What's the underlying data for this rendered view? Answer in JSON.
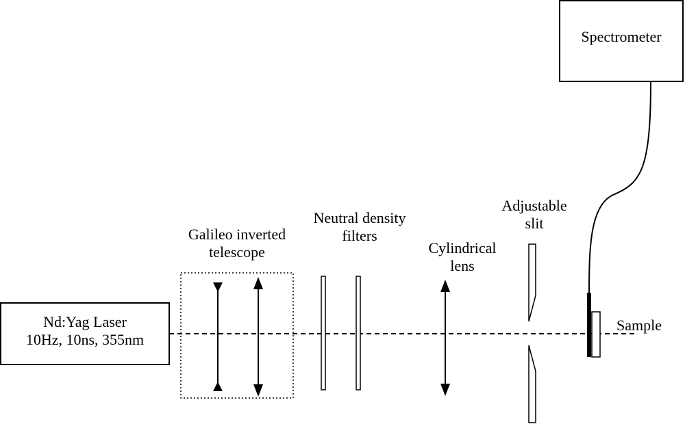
{
  "laser": {
    "line1": "Nd:Yag Laser",
    "line2": "10Hz, 10ns, 355nm"
  },
  "spectrometer": {
    "label": "Spectrometer"
  },
  "telescope": {
    "line1": "Galileo inverted",
    "line2": "telescope"
  },
  "filters": {
    "line1": "Neutral density",
    "line2": "filters"
  },
  "cylindrical_lens": {
    "line1": "Cylindrical",
    "line2": "lens"
  },
  "slit": {
    "line1": "Adjustable",
    "line2": "slit"
  },
  "sample": {
    "label": "Sample"
  }
}
